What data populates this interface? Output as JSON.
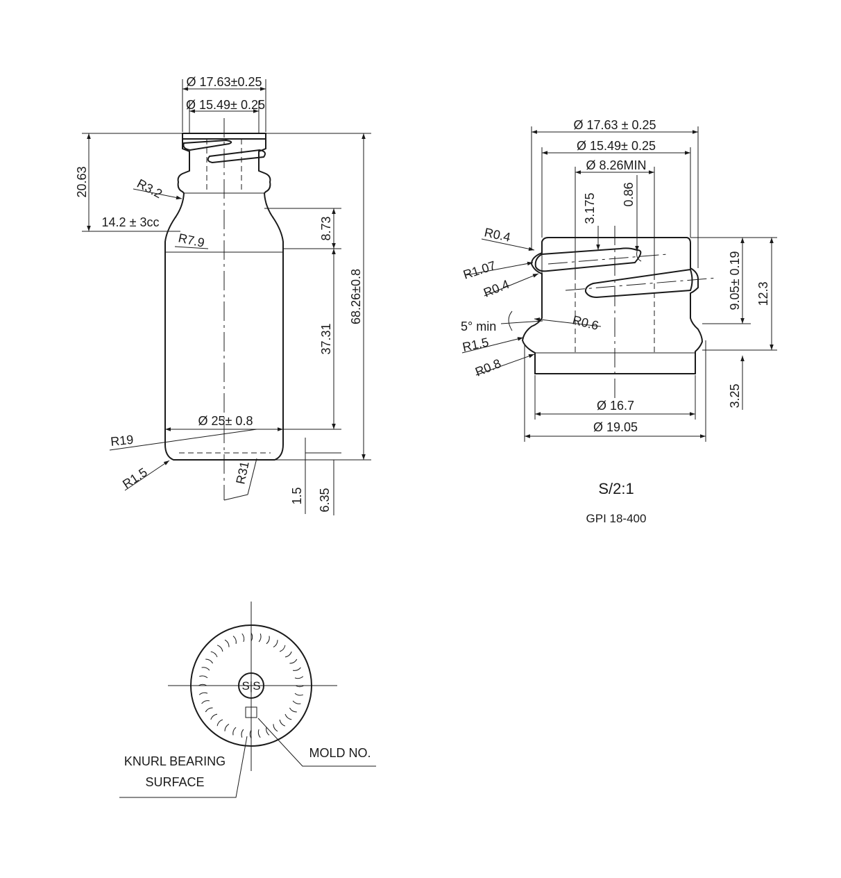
{
  "bottle_view": {
    "dims": {
      "finish_t": "Ø 17.63±0.25",
      "finish_e": "Ø 15.49± 0.25",
      "height_finish": "20.63",
      "capacity": "14.2 ± 3cc",
      "r_shoulder_top": "R3.2",
      "r_shoulder": "R7.9",
      "shoulder_height": "8.73",
      "body_height": "37.31",
      "overall_height": "68.26±0.8",
      "body_diameter": "Ø 25± 0.8",
      "r_heel": "R19",
      "r_heel_small": "R1.5",
      "r_bottom": "R31",
      "push_up": "1.5",
      "base_height": "6.35"
    }
  },
  "finish_view": {
    "dims": {
      "t_dia": "Ø 17.63 ± 0.25",
      "e_dia": "Ø 15.49± 0.25",
      "i_dia": "Ø 8.26MIN",
      "thread_pitch": "3.175",
      "thread_depth": "0.86",
      "r_top": "R0.4",
      "r_thread": "R1.07",
      "r_thread_root": "R0.4",
      "draft_angle": "5° min",
      "r_bead_top": "R0.6",
      "r_bead": "R1.5",
      "r_bead_bottom": "R0.8",
      "h_thread": "9.05± 0.19",
      "h_finish": "12.3",
      "h_bead": "3.25",
      "dia_neck": "Ø 16.7",
      "dia_bead": "Ø 19.05"
    },
    "scale": "S/2:1",
    "finish_code": "GPI 18-400"
  },
  "bottom_view": {
    "logo": "S|S",
    "labels": {
      "knurl_line1": "KNURL BEARING",
      "knurl_line2": "SURFACE",
      "mold": "MOLD NO."
    }
  }
}
